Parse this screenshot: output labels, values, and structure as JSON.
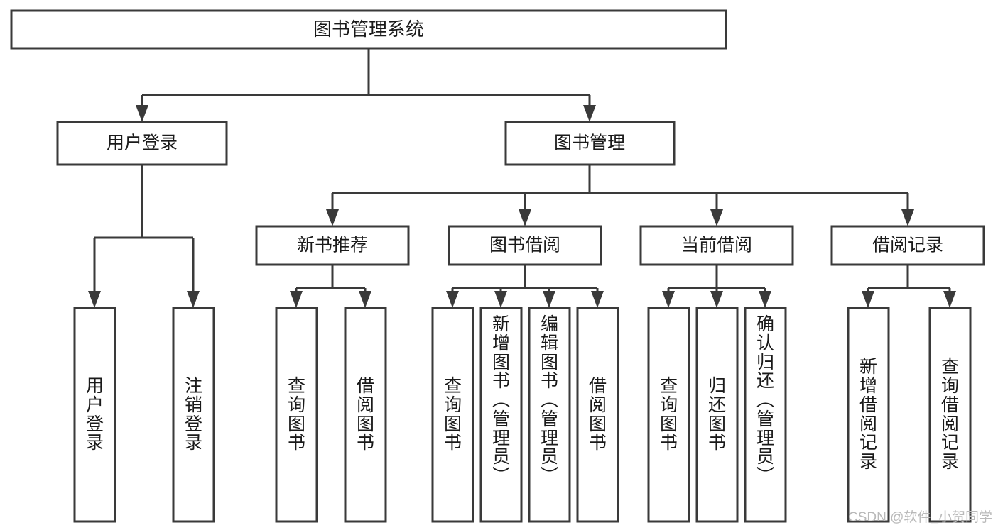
{
  "diagram": {
    "type": "tree",
    "title": "图书管理系统",
    "watermark": "CSDN @软件_小贺同学",
    "theme": {
      "background": "#ffffff",
      "box_fill": "#ffffff",
      "box_stroke": "#3a3a3a",
      "text_color": "#1a1a1a",
      "watermark_color": "#b9b9b9"
    },
    "root": {
      "id": "root",
      "label": "图书管理系统"
    },
    "level2": [
      {
        "id": "user-login",
        "label": "用户登录"
      },
      {
        "id": "book-manage",
        "label": "图书管理"
      }
    ],
    "level3": [
      {
        "id": "new-book-recommend",
        "label": "新书推荐",
        "parent": "book-manage"
      },
      {
        "id": "book-borrow",
        "label": "图书借阅",
        "parent": "book-manage"
      },
      {
        "id": "current-borrow",
        "label": "当前借阅",
        "parent": "book-manage"
      },
      {
        "id": "borrow-record",
        "label": "借阅记录",
        "parent": "book-manage"
      }
    ],
    "leaves": {
      "user-login": [
        {
          "id": "leaf-user-login",
          "label": "用户登录"
        },
        {
          "id": "leaf-logout",
          "label": "注销登录"
        }
      ],
      "new-book-recommend": [
        {
          "id": "leaf-query-book-1",
          "label": "查询图书"
        },
        {
          "id": "leaf-borrow-book-1",
          "label": "借阅图书"
        }
      ],
      "book-borrow": [
        {
          "id": "leaf-query-book-2",
          "label": "查询图书"
        },
        {
          "id": "leaf-add-book",
          "label": "新增图书（管理员）"
        },
        {
          "id": "leaf-edit-book",
          "label": "编辑图书（管理员）"
        },
        {
          "id": "leaf-borrow-book-2",
          "label": "借阅图书"
        }
      ],
      "current-borrow": [
        {
          "id": "leaf-query-book-3",
          "label": "查询图书"
        },
        {
          "id": "leaf-return-book",
          "label": "归还图书"
        },
        {
          "id": "leaf-confirm-return",
          "label": "确认归还（管理员）"
        }
      ],
      "borrow-record": [
        {
          "id": "leaf-add-record",
          "label": "新增借阅记录"
        },
        {
          "id": "leaf-query-record",
          "label": "查询借阅记录"
        }
      ]
    }
  }
}
